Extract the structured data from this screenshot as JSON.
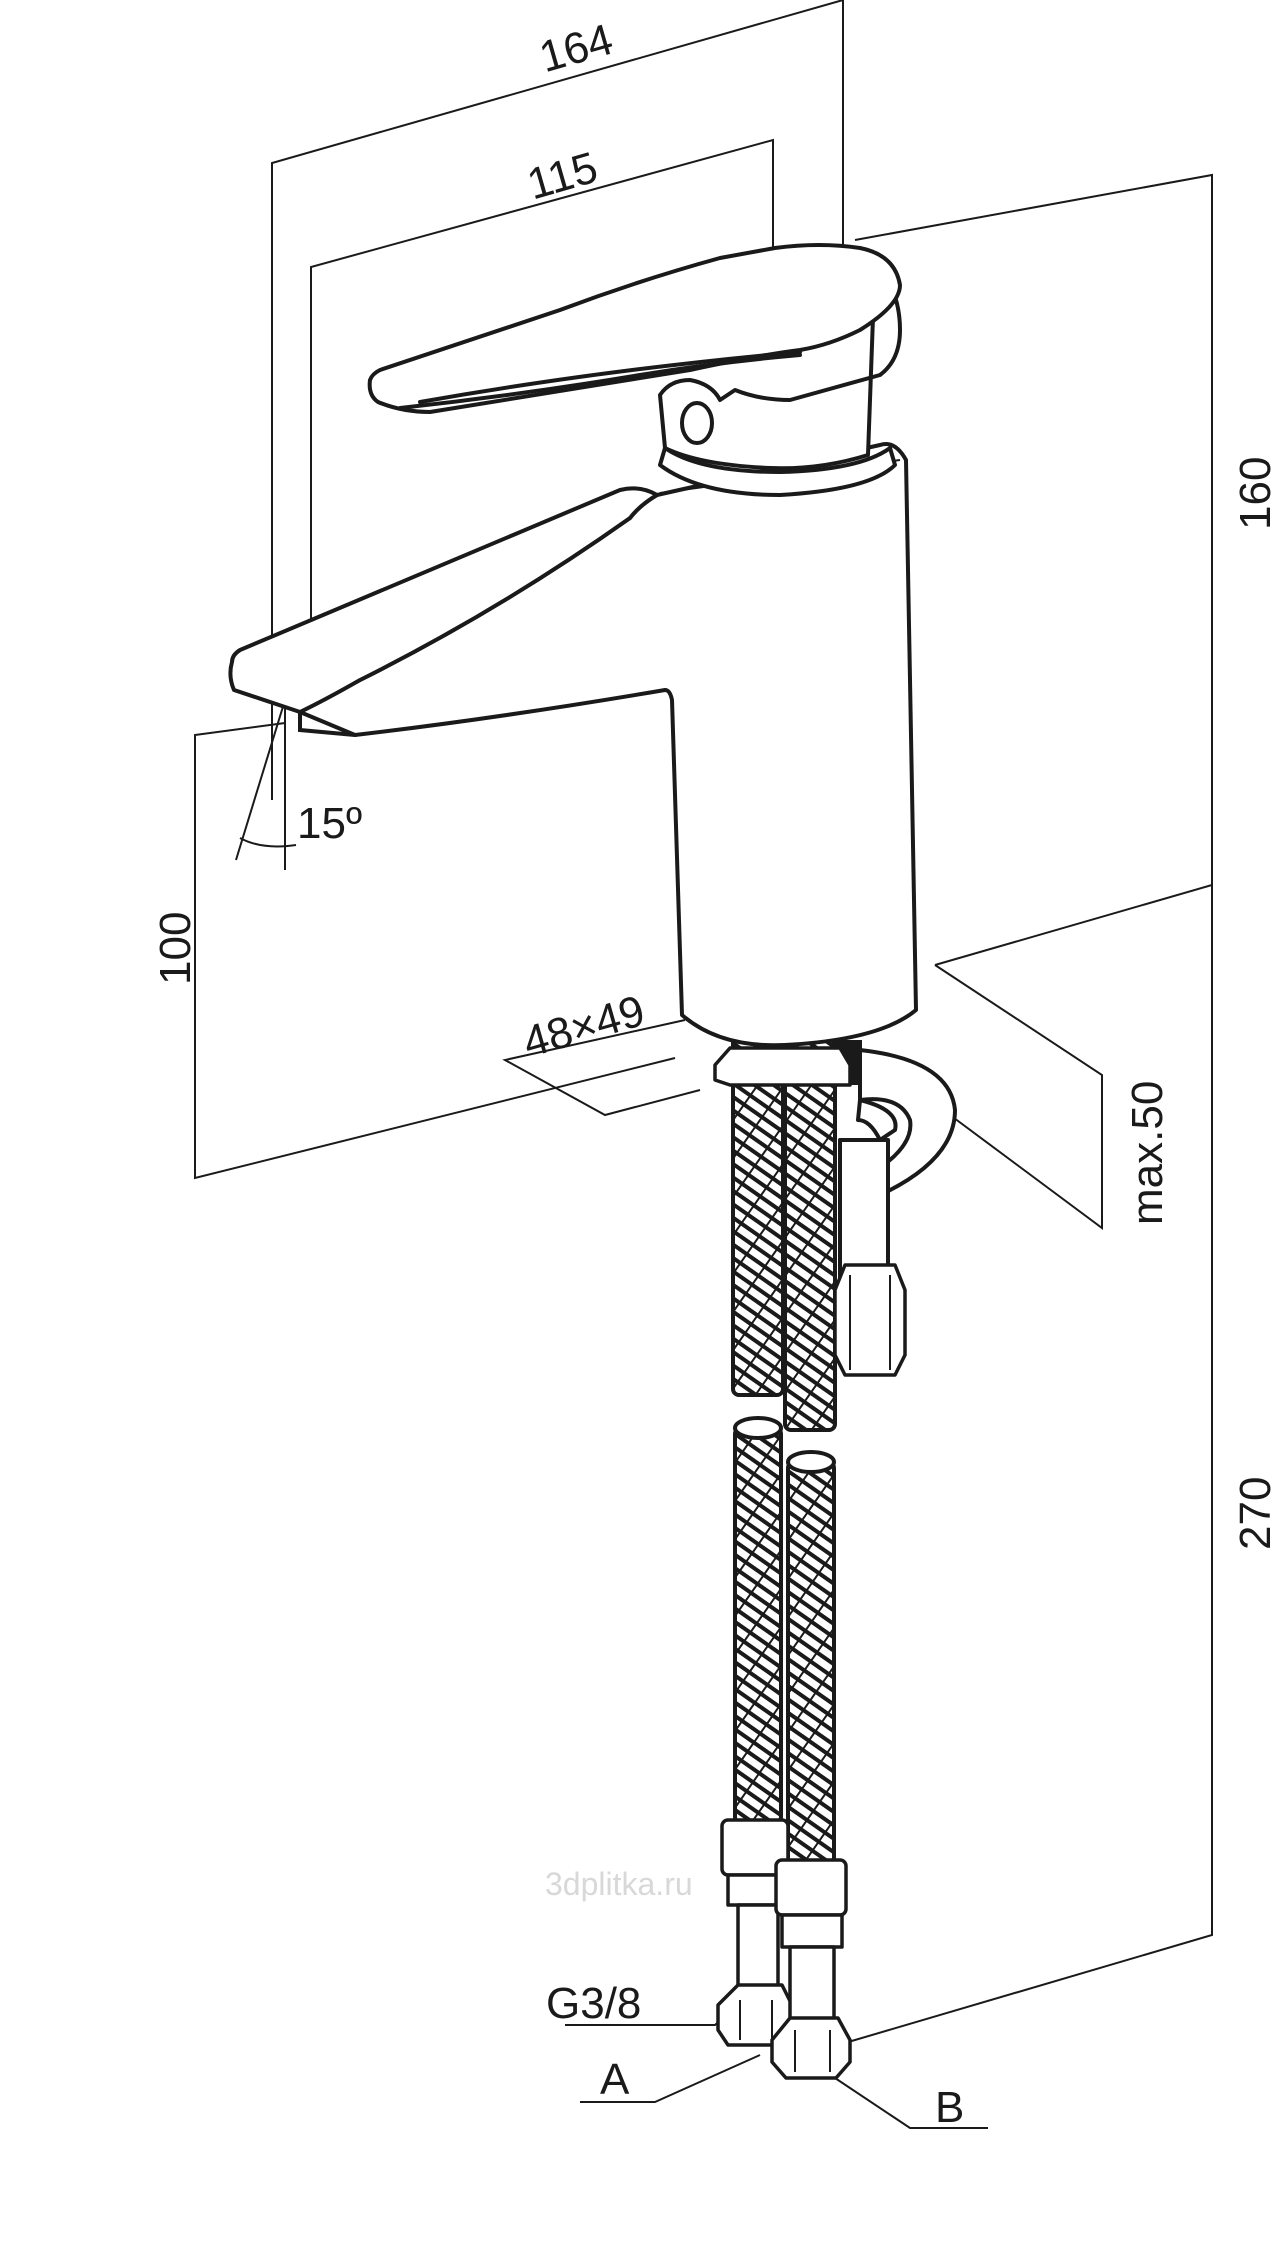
{
  "dimensions": {
    "width_overall": "164",
    "width_spout": "115",
    "height_total": "160",
    "spout_height": "100",
    "spout_angle": "15º",
    "base_size": "48×49",
    "counter_thickness": "max.50",
    "hose_length": "270",
    "thread": "G3/8"
  },
  "connections": {
    "a": "A",
    "b": "B"
  },
  "watermark": "3dplitka.ru",
  "colors": {
    "line": "#1a1a1a",
    "background": "#ffffff"
  }
}
